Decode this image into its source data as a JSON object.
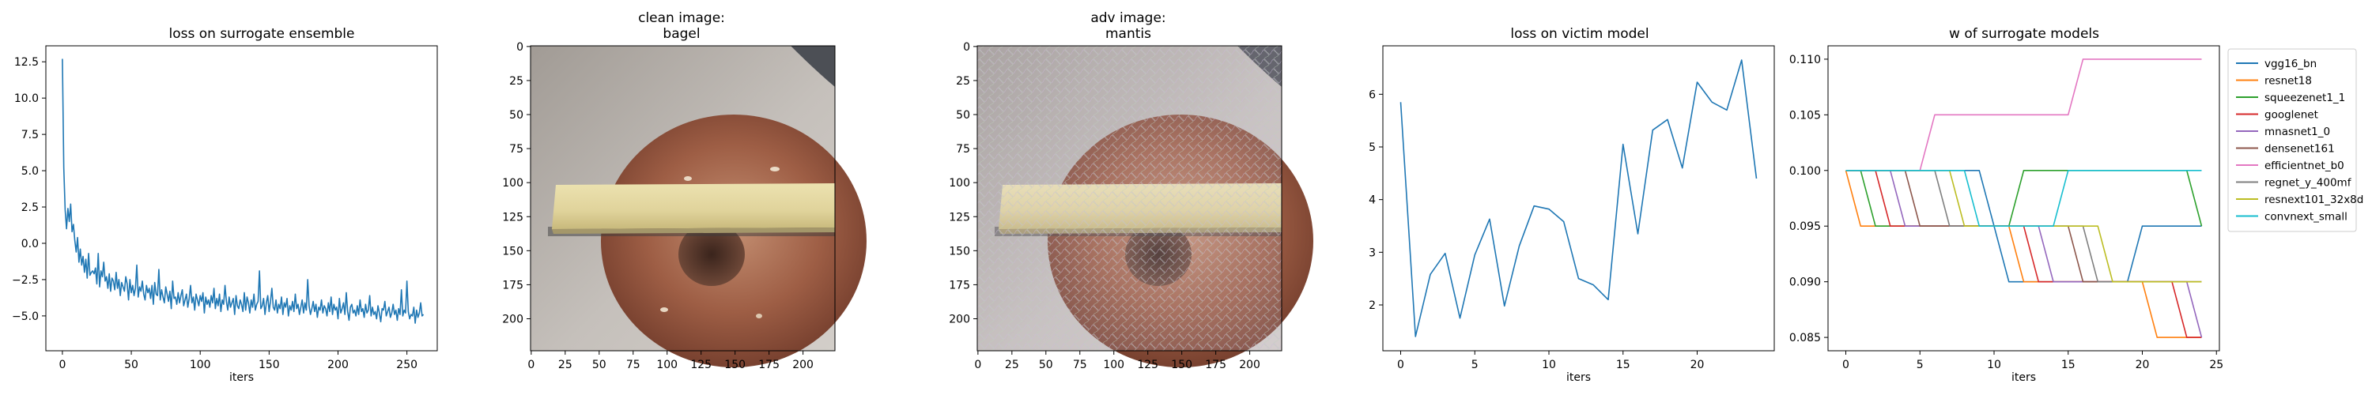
{
  "chart_data": [
    {
      "id": "loss-surrogate",
      "type": "line",
      "title": "loss on surrogate ensemble",
      "xlabel": "iters",
      "ylabel": "",
      "xlim": [
        -12,
        272
      ],
      "ylim": [
        -7.4,
        13.6
      ],
      "xticks": [
        0,
        50,
        100,
        150,
        200,
        250
      ],
      "yticks": [
        -5.0,
        -2.5,
        0.0,
        2.5,
        5.0,
        7.5,
        10.0,
        12.5
      ],
      "ytick_labels": [
        "−5.0",
        "−2.5",
        "0.0",
        "2.5",
        "5.0",
        "7.5",
        "10.0",
        "12.5"
      ],
      "series": [
        {
          "color": "#1f77b4",
          "x_start": 0,
          "x_step": 1,
          "values": [
            12.7,
            5.2,
            2.3,
            1.0,
            2.4,
            1.5,
            2.7,
            0.8,
            1.3,
            0.2,
            -0.6,
            0.4,
            -1.3,
            -0.4,
            -1.5,
            -0.9,
            -2.0,
            -1.1,
            -2.4,
            -0.7,
            -2.2,
            -2.0,
            -1.9,
            -2.1,
            -1.7,
            -2.8,
            -0.7,
            -3.0,
            -1.9,
            -2.3,
            -1.3,
            -2.6,
            -2.3,
            -3.1,
            -2.1,
            -3.3,
            -2.4,
            -2.6,
            -3.2,
            -2.0,
            -3.1,
            -2.5,
            -3.6,
            -2.7,
            -3.0,
            -3.3,
            -2.3,
            -2.8,
            -3.9,
            -2.5,
            -3.4,
            -2.9,
            -3.6,
            -3.1,
            -1.5,
            -3.7,
            -3.0,
            -3.3,
            -2.6,
            -3.5,
            -3.9,
            -2.9,
            -3.4,
            -3.1,
            -3.8,
            -2.9,
            -4.2,
            -2.7,
            -3.5,
            -3.6,
            -1.8,
            -3.9,
            -3.2,
            -3.7,
            -4.1,
            -3.0,
            -3.5,
            -4.0,
            -3.3,
            -4.5,
            -2.6,
            -3.8,
            -3.7,
            -4.2,
            -3.4,
            -4.1,
            -3.6,
            -3.2,
            -4.3,
            -3.9,
            -3.5,
            -4.4,
            -3.8,
            -2.9,
            -4.1,
            -3.7,
            -4.6,
            -3.5,
            -3.9,
            -4.3,
            -3.6,
            -4.0,
            -3.4,
            -4.8,
            -3.7,
            -4.2,
            -3.9,
            -4.4,
            -3.6,
            -4.1,
            -3.1,
            -4.5,
            -3.8,
            -4.3,
            -3.5,
            -4.7,
            -3.9,
            -4.2,
            -2.9,
            -4.0,
            -4.6,
            -3.7,
            -4.4,
            -4.1,
            -3.8,
            -4.9,
            -3.6,
            -4.3,
            -4.5,
            -3.9,
            -4.2,
            -4.7,
            -3.4,
            -4.6,
            -3.7,
            -4.1,
            -4.8,
            -3.9,
            -4.4,
            -3.5,
            -4.6,
            -4.2,
            -4.0,
            -1.9,
            -4.5,
            -4.3,
            -3.8,
            -4.9,
            -4.1,
            -3.6,
            -4.7,
            -4.0,
            -3.1,
            -4.4,
            -4.6,
            -3.9,
            -4.8,
            -4.2,
            -4.5,
            -3.7,
            -4.9,
            -4.1,
            -4.4,
            -3.8,
            -5.0,
            -4.3,
            -4.6,
            -4.0,
            -4.7,
            -3.5,
            -4.5,
            -4.2,
            -4.9,
            -4.4,
            -3.9,
            -4.8,
            -4.1,
            -4.6,
            -2.5,
            -4.3,
            -4.9,
            -4.5,
            -4.0,
            -4.7,
            -4.2,
            -5.1,
            -4.4,
            -4.6,
            -3.9,
            -4.8,
            -4.3,
            -4.5,
            -5.0,
            -4.1,
            -4.7,
            -3.7,
            -4.9,
            -4.2,
            -4.6,
            -4.4,
            -5.2,
            -3.8,
            -4.8,
            -4.5,
            -4.1,
            -4.9,
            -3.4,
            -4.7,
            -5.3,
            -4.4,
            -4.2,
            -4.8,
            -4.6,
            -5.0,
            -4.3,
            -4.9,
            -3.9,
            -4.7,
            -4.5,
            -5.1,
            -4.2,
            -4.8,
            -4.6,
            -3.6,
            -5.0,
            -4.4,
            -4.9,
            -4.7,
            -5.2,
            -4.3,
            -4.8,
            -5.4,
            -4.5,
            -4.6,
            -4.0,
            -5.0,
            -4.7,
            -4.4,
            -5.1,
            -4.8,
            -4.2,
            -4.9,
            -4.6,
            -5.3,
            -4.5,
            -4.9,
            -3.2,
            -5.0,
            -4.6,
            -4.8,
            -2.6,
            -4.7,
            -5.2,
            -4.9,
            -5.0,
            -4.4,
            -5.5,
            -4.6,
            -5.1,
            -4.8,
            -4.1,
            -5.0,
            -4.9
          ]
        }
      ]
    },
    {
      "id": "clean-image",
      "type": "image",
      "title": "clean image:\nbagel",
      "xlim": [
        -0.5,
        223.5
      ],
      "ylim": [
        223.5,
        -0.5
      ],
      "xticks": [
        0,
        25,
        50,
        75,
        100,
        125,
        150,
        175,
        200
      ],
      "yticks": [
        0,
        25,
        50,
        75,
        100,
        125,
        150,
        175,
        200
      ]
    },
    {
      "id": "adv-image",
      "type": "image",
      "title": "adv image:\nmantis",
      "xlim": [
        -0.5,
        223.5
      ],
      "ylim": [
        223.5,
        -0.5
      ],
      "xticks": [
        0,
        25,
        50,
        75,
        100,
        125,
        150,
        175,
        200
      ],
      "yticks": [
        0,
        25,
        50,
        75,
        100,
        125,
        150,
        175,
        200
      ]
    },
    {
      "id": "loss-victim",
      "type": "line",
      "title": "loss on victim model",
      "xlabel": "iters",
      "ylabel": "",
      "xlim": [
        -1.2,
        25.2
      ],
      "ylim": [
        1.13,
        6.92
      ],
      "xticks": [
        0,
        5,
        10,
        15,
        20
      ],
      "yticks": [
        2,
        3,
        4,
        5,
        6
      ],
      "ytick_labels": [
        "2",
        "3",
        "4",
        "5",
        "6"
      ],
      "series": [
        {
          "color": "#1f77b4",
          "x_start": 0,
          "x_step": 1,
          "values": [
            5.85,
            1.4,
            2.58,
            2.98,
            1.75,
            2.95,
            3.63,
            1.98,
            3.12,
            3.88,
            3.82,
            3.58,
            2.5,
            2.38,
            2.1,
            5.05,
            3.35,
            5.32,
            5.52,
            4.6,
            6.23,
            5.85,
            5.7,
            6.65,
            4.4
          ]
        }
      ]
    },
    {
      "id": "w-surrogate",
      "type": "line",
      "title": "w of surrogate models",
      "xlabel": "iters",
      "ylabel": "",
      "xlim": [
        -1.2,
        25.2
      ],
      "ylim": [
        0.0838,
        0.1112
      ],
      "xticks": [
        0,
        5,
        10,
        15,
        20,
        25
      ],
      "yticks": [
        0.085,
        0.09,
        0.095,
        0.1,
        0.105,
        0.11
      ],
      "ytick_labels": [
        "0.085",
        "0.090",
        "0.095",
        "0.100",
        "0.105",
        "0.110"
      ],
      "legend": "outside-right",
      "series": [
        {
          "name": "vgg16_bn",
          "color": "#1f77b4",
          "x_start": 0,
          "x_step": 1,
          "values": [
            0.1,
            0.1,
            0.1,
            0.1,
            0.1,
            0.1,
            0.1,
            0.1,
            0.1,
            0.1,
            0.095,
            0.09,
            0.09,
            0.09,
            0.09,
            0.09,
            0.09,
            0.09,
            0.09,
            0.09,
            0.095,
            0.095,
            0.095,
            0.095,
            0.095
          ]
        },
        {
          "name": "resnet18",
          "color": "#ff7f0e",
          "x_start": 0,
          "x_step": 1,
          "values": [
            0.1,
            0.095,
            0.095,
            0.095,
            0.095,
            0.095,
            0.095,
            0.095,
            0.095,
            0.095,
            0.095,
            0.095,
            0.09,
            0.09,
            0.09,
            0.09,
            0.09,
            0.09,
            0.09,
            0.09,
            0.09,
            0.085,
            0.085,
            0.085,
            0.085
          ]
        },
        {
          "name": "squeezenet1_1",
          "color": "#2ca02c",
          "x_start": 0,
          "x_step": 1,
          "values": [
            0.1,
            0.1,
            0.095,
            0.095,
            0.095,
            0.095,
            0.095,
            0.095,
            0.095,
            0.095,
            0.095,
            0.095,
            0.1,
            0.1,
            0.1,
            0.1,
            0.1,
            0.1,
            0.1,
            0.1,
            0.1,
            0.1,
            0.1,
            0.1,
            0.095
          ]
        },
        {
          "name": "googlenet",
          "color": "#d62728",
          "x_start": 0,
          "x_step": 1,
          "values": [
            0.1,
            0.1,
            0.1,
            0.095,
            0.095,
            0.095,
            0.095,
            0.095,
            0.095,
            0.095,
            0.095,
            0.095,
            0.095,
            0.09,
            0.09,
            0.09,
            0.09,
            0.09,
            0.09,
            0.09,
            0.09,
            0.09,
            0.09,
            0.085,
            0.085
          ]
        },
        {
          "name": "mnasnet1_0",
          "color": "#9467bd",
          "x_start": 0,
          "x_step": 1,
          "values": [
            0.1,
            0.1,
            0.1,
            0.1,
            0.095,
            0.095,
            0.095,
            0.095,
            0.095,
            0.095,
            0.095,
            0.095,
            0.095,
            0.095,
            0.09,
            0.09,
            0.09,
            0.09,
            0.09,
            0.09,
            0.09,
            0.09,
            0.09,
            0.09,
            0.085
          ]
        },
        {
          "name": "densenet161",
          "color": "#8c564b",
          "x_start": 0,
          "x_step": 1,
          "values": [
            0.1,
            0.1,
            0.1,
            0.1,
            0.1,
            0.095,
            0.095,
            0.095,
            0.095,
            0.095,
            0.095,
            0.095,
            0.095,
            0.095,
            0.095,
            0.095,
            0.09,
            0.09,
            0.09,
            0.09,
            0.09,
            0.09,
            0.09,
            0.09,
            0.09
          ]
        },
        {
          "name": "efficientnet_b0",
          "color": "#e377c2",
          "x_start": 0,
          "x_step": 1,
          "values": [
            0.1,
            0.1,
            0.1,
            0.1,
            0.1,
            0.1,
            0.105,
            0.105,
            0.105,
            0.105,
            0.105,
            0.105,
            0.105,
            0.105,
            0.105,
            0.105,
            0.11,
            0.11,
            0.11,
            0.11,
            0.11,
            0.11,
            0.11,
            0.11,
            0.11
          ]
        },
        {
          "name": "regnet_y_400mf",
          "color": "#7f7f7f",
          "x_start": 0,
          "x_step": 1,
          "values": [
            0.1,
            0.1,
            0.1,
            0.1,
            0.1,
            0.1,
            0.1,
            0.095,
            0.095,
            0.095,
            0.095,
            0.095,
            0.095,
            0.095,
            0.095,
            0.095,
            0.095,
            0.09,
            0.09,
            0.09,
            0.09,
            0.09,
            0.09,
            0.09,
            0.09
          ]
        },
        {
          "name": "resnext101_32x8d",
          "color": "#bcbd22",
          "x_start": 0,
          "x_step": 1,
          "values": [
            0.1,
            0.1,
            0.1,
            0.1,
            0.1,
            0.1,
            0.1,
            0.1,
            0.095,
            0.095,
            0.095,
            0.095,
            0.095,
            0.095,
            0.095,
            0.095,
            0.095,
            0.095,
            0.09,
            0.09,
            0.09,
            0.09,
            0.09,
            0.09,
            0.09
          ]
        },
        {
          "name": "convnext_small",
          "color": "#17becf",
          "x_start": 0,
          "x_step": 1,
          "values": [
            0.1,
            0.1,
            0.1,
            0.1,
            0.1,
            0.1,
            0.1,
            0.1,
            0.1,
            0.095,
            0.095,
            0.095,
            0.095,
            0.095,
            0.095,
            0.1,
            0.1,
            0.1,
            0.1,
            0.1,
            0.1,
            0.1,
            0.1,
            0.1,
            0.1
          ]
        }
      ]
    }
  ]
}
